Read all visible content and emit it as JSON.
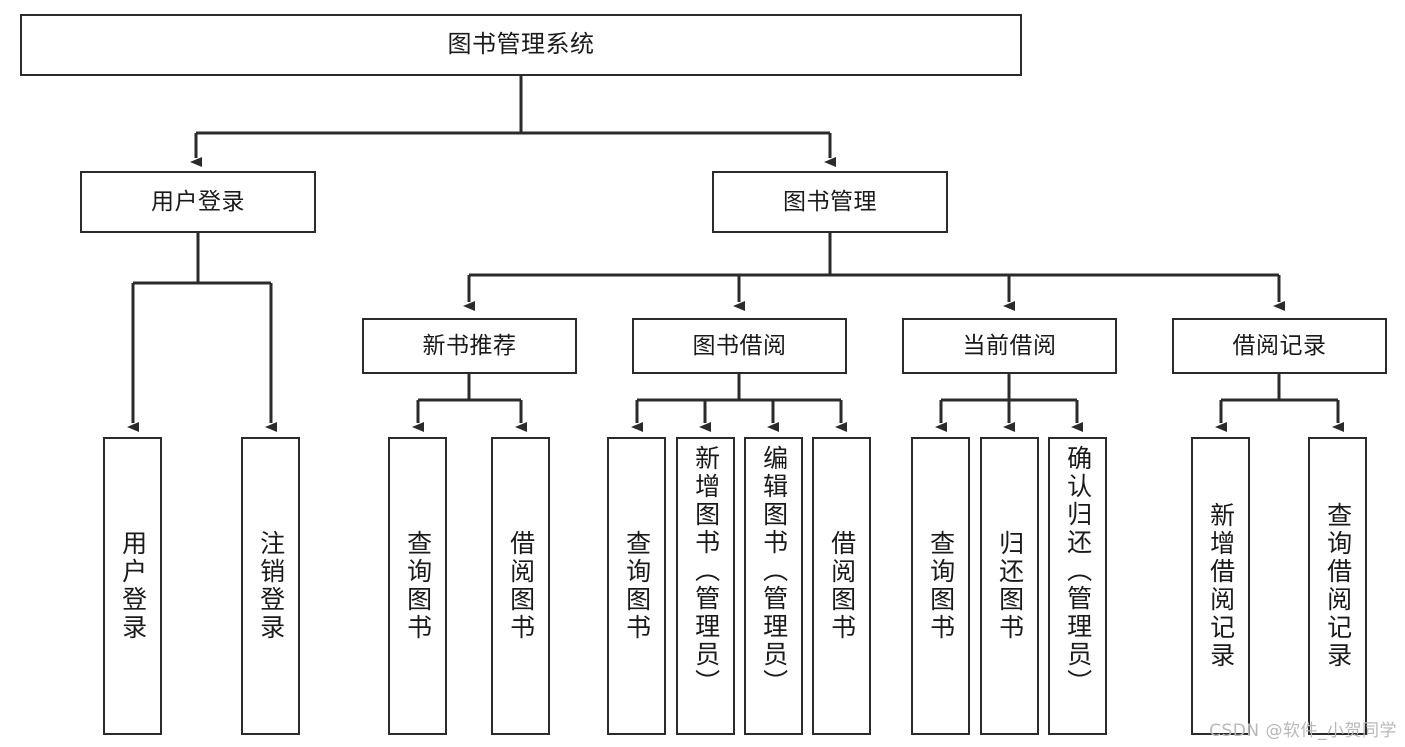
{
  "diagram": {
    "title": "图书管理系统",
    "type": "tree",
    "watermark": "CSDN @软件_小贺同学",
    "stroke_color": "#2b2b2b",
    "fill_color": "#ffffff",
    "text_color": "#1a1a1a",
    "watermark_color": "#b9b9b9"
  },
  "nodes": {
    "root": {
      "label": "图书管理系统"
    },
    "level2": {
      "user_login": {
        "label": "用户登录"
      },
      "book_manage": {
        "label": "图书管理"
      }
    },
    "level3": {
      "new_book_recommend": {
        "label": "新书推荐"
      },
      "book_borrow": {
        "label": "图书借阅"
      },
      "current_borrow": {
        "label": "当前借阅"
      },
      "borrow_record": {
        "label": "借阅记录"
      }
    },
    "leaves": {
      "user_login_children": [
        {
          "label": "用户登录"
        },
        {
          "label": "注销登录"
        }
      ],
      "new_book_recommend_children": [
        {
          "label": "查询图书"
        },
        {
          "label": "借阅图书"
        }
      ],
      "book_borrow_children": [
        {
          "label": "查询图书"
        },
        {
          "label": "新增图书（管理员）"
        },
        {
          "label": "编辑图书（管理员）"
        },
        {
          "label": "借阅图书"
        }
      ],
      "current_borrow_children": [
        {
          "label": "查询图书"
        },
        {
          "label": "归还图书"
        },
        {
          "label": "确认归还（管理员）"
        }
      ],
      "borrow_record_children": [
        {
          "label": "新增借阅记录"
        },
        {
          "label": "查询借阅记录"
        }
      ]
    }
  }
}
